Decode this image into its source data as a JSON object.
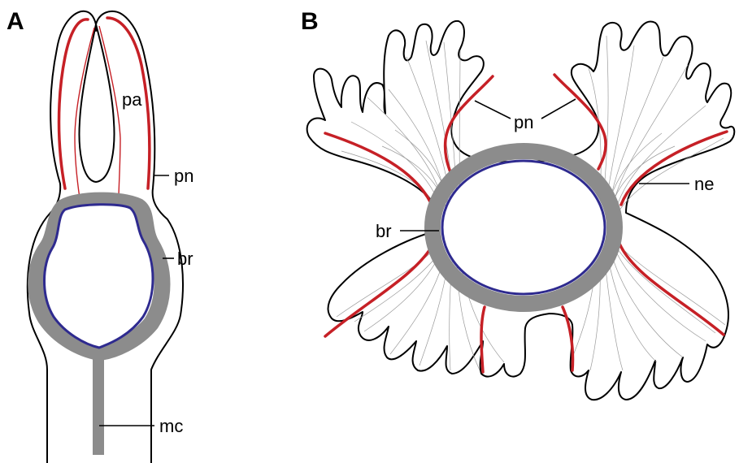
{
  "panels": {
    "a": {
      "letter": "A",
      "labels": {
        "pa": "pa",
        "pn": "pn",
        "br": "br",
        "mc": "mc"
      }
    },
    "b": {
      "letter": "B",
      "labels": {
        "pn": "pn",
        "ne": "ne",
        "br": "br"
      }
    }
  },
  "colors": {
    "peripheral_nerve": "#c62026",
    "brain": "#8c8c8c",
    "brain_inner": "#2e2a8f",
    "outline": "#000000",
    "fibers": "#9a9a9a"
  }
}
